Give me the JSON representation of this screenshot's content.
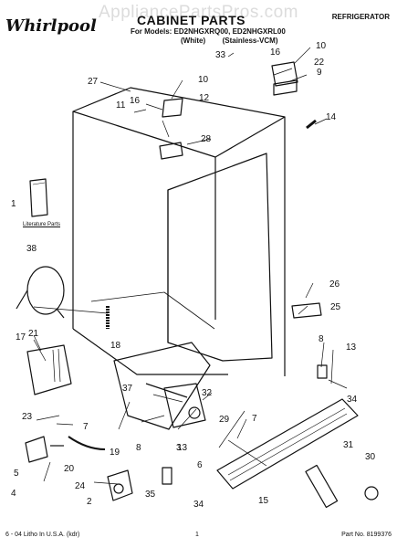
{
  "header": {
    "watermark": "AppliancePartsPros.com",
    "brand": "Whirlpool",
    "title": "CABINET PARTS",
    "category": "REFRIGERATOR",
    "models_line1": "For Models: ED2NHGXRQ00, ED2NHGXRL00",
    "models_variant1": "(White)",
    "models_variant2": "(Stainless-VCM)"
  },
  "diagram": {
    "literature_label": "Literature Parts",
    "callouts": [
      "1",
      "2",
      "3",
      "4",
      "5",
      "6",
      "7",
      "7",
      "8",
      "8",
      "9",
      "10",
      "10",
      "11",
      "12",
      "13",
      "13",
      "14",
      "15",
      "16",
      "16",
      "17",
      "18",
      "19",
      "20",
      "21",
      "22",
      "23",
      "24",
      "25",
      "26",
      "27",
      "28",
      "29",
      "30",
      "31",
      "32",
      "33",
      "34",
      "34",
      "35",
      "37",
      "38"
    ]
  },
  "footer": {
    "left": "6 - 04 Litho In U.S.A. (kdr)",
    "page": "1",
    "part_no": "Part No. 8199376"
  }
}
